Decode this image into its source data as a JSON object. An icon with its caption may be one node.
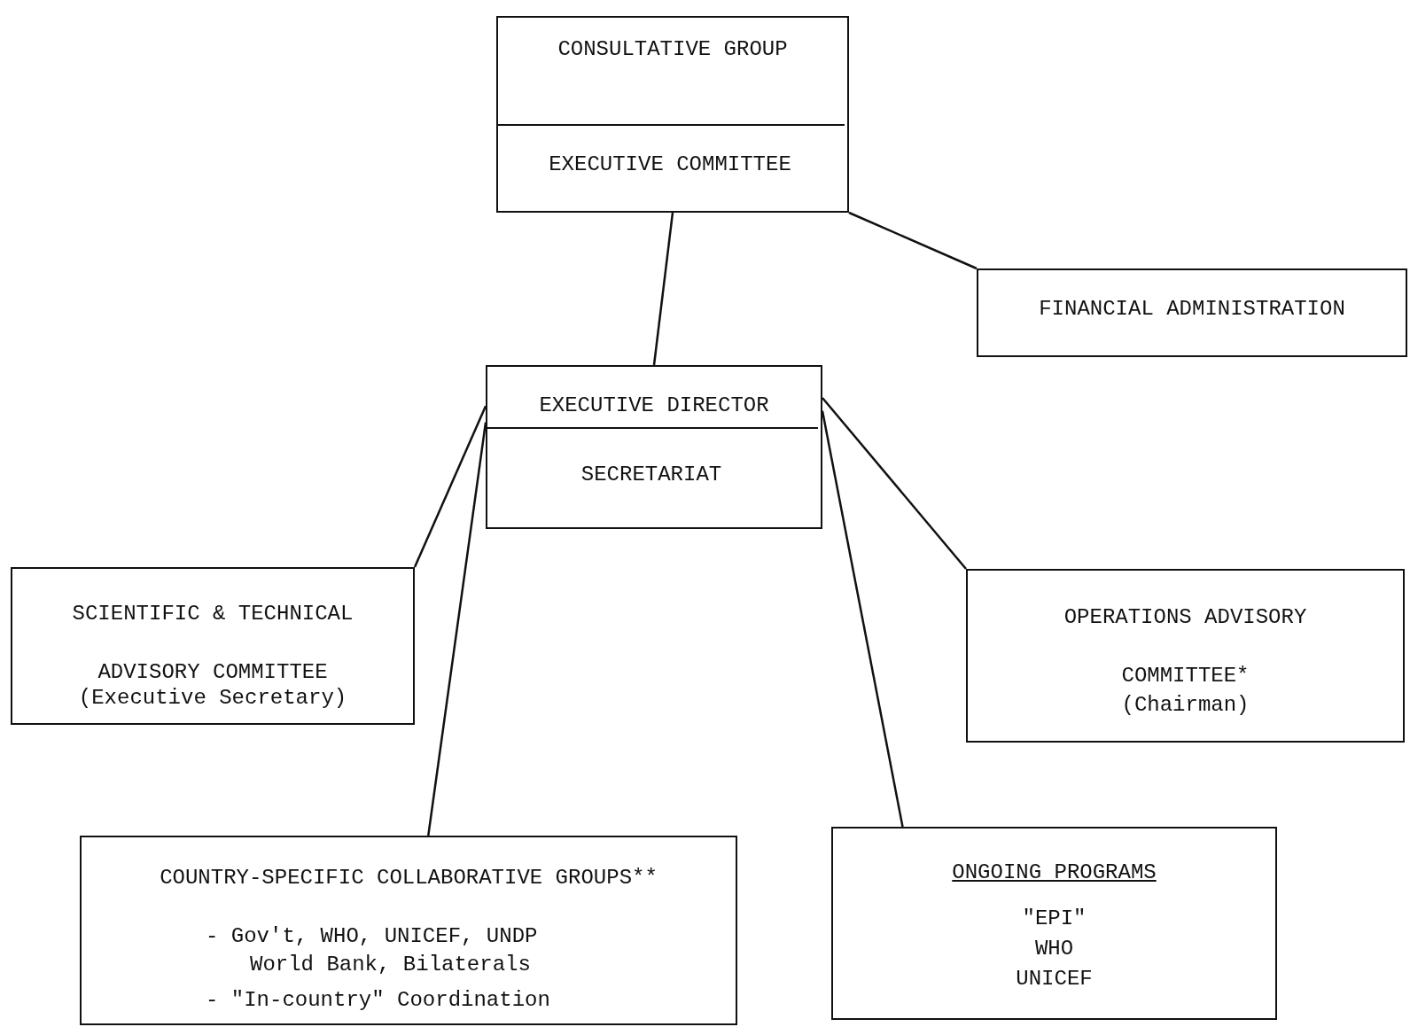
{
  "diagram": {
    "nodes": [
      {
        "text": [
          "CONSULTATIVE GROUP"
        ]
      },
      {
        "text": [
          "EXECUTIVE COMMITTEE"
        ],
        "in": 0
      },
      {
        "text": [
          "FINANCIAL ADMINISTRATION"
        ]
      },
      {
        "text": [
          "EXECUTIVE DIRECTOR"
        ]
      },
      {
        "text": [
          "SECRETARIAT"
        ],
        "in": 3
      },
      {
        "text": [
          "SCIENTIFIC & TECHNICAL ADVISORY COMMITTEE",
          "(Executive Secretary)"
        ]
      },
      {
        "text": [
          "OPERATIONS ADVISORY COMMITTEE*",
          "(Chairman)"
        ]
      },
      {
        "text": [
          "COUNTRY-SPECIFIC COLLABORATIVE GROUPS**",
          "- Gov't, WHO, UNICEF, UNDP World Bank, Bilaterals",
          "- \"In-country\" Coordination"
        ]
      },
      {
        "text": [
          "ONGOING PROGRAMS",
          "\"EPI\"",
          "WHO",
          "UNICEF"
        ]
      }
    ],
    "edges": [
      {
        "from": 1,
        "to": 3,
        "arrow": "none"
      },
      {
        "from": 1,
        "to": 2,
        "arrow": "none"
      },
      {
        "from": 3,
        "to": 5,
        "arrow": "none"
      },
      {
        "from": 3,
        "to": 7,
        "arrow": "none"
      },
      {
        "from": 3,
        "to": 8,
        "arrow": "none"
      },
      {
        "from": 3,
        "to": 6,
        "arrow": "none"
      }
    ]
  }
}
